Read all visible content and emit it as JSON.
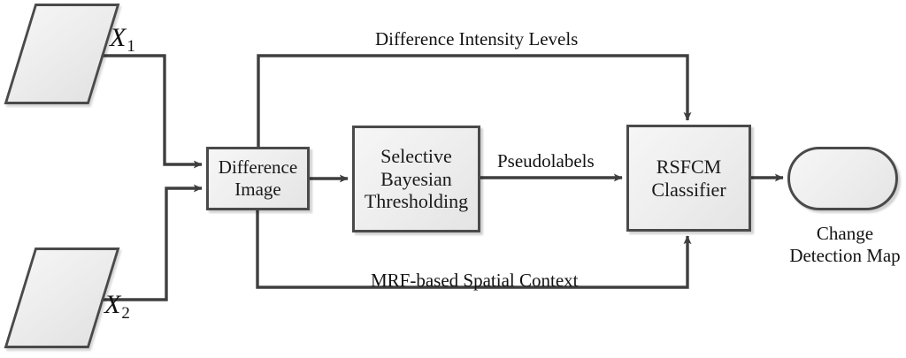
{
  "diagram": {
    "title": "Change Detection Processing Chain",
    "background_color": "#ffffff",
    "node_fill_color": "#eeeeee",
    "node_border_color": "#4a4a4a",
    "line_color": "#3f3f3f"
  },
  "inputs": [
    {
      "id": "x1",
      "label": "X",
      "subscript": "1",
      "shape": "parallelogram"
    },
    {
      "id": "x2",
      "label": "X",
      "subscript": "2",
      "shape": "parallelogram"
    }
  ],
  "nodes": [
    {
      "id": "difference-image",
      "label": "Difference\nImage",
      "shape": "rectangle"
    },
    {
      "id": "selective-bayesian",
      "label": "Selective\nBayesian\nThresholding",
      "shape": "rectangle"
    },
    {
      "id": "rsfcm",
      "label": "RSFCM\nClassifier",
      "shape": "rectangle"
    },
    {
      "id": "change-map",
      "label": "",
      "shape": "rounded-rectangle"
    }
  ],
  "edge_labels": {
    "difference_intensity_levels": "Difference Intensity Levels",
    "mrf_based_spatial_context": "MRF-based Spatial Context",
    "pseudolabels": "Pseudolabels"
  },
  "output": {
    "caption": "Change\nDetection Map"
  },
  "edges": [
    {
      "from": "x1",
      "to": "difference-image",
      "label": ""
    },
    {
      "from": "x2",
      "to": "difference-image",
      "label": ""
    },
    {
      "from": "difference-image",
      "to": "selective-bayesian",
      "label": ""
    },
    {
      "from": "difference-image",
      "to": "rsfcm",
      "label": "Difference Intensity Levels",
      "route": "top"
    },
    {
      "from": "difference-image",
      "to": "rsfcm",
      "label": "MRF-based Spatial Context",
      "route": "bottom"
    },
    {
      "from": "selective-bayesian",
      "to": "rsfcm",
      "label": "Pseudolabels"
    },
    {
      "from": "rsfcm",
      "to": "change-map",
      "label": ""
    }
  ]
}
